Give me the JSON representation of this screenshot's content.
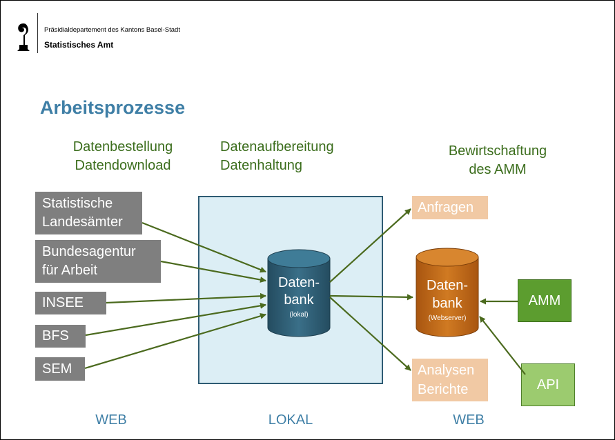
{
  "header": {
    "organization": "Präsidialdepartement des Kantons Basel-Stadt",
    "department": "Statistisches Amt",
    "logo_icon": "basel-crozier-icon"
  },
  "title": "Arbeitsprozesse",
  "columns": {
    "left": {
      "line1": "Datenbestellung",
      "line2": "Datendownload",
      "footer": "WEB"
    },
    "middle": {
      "line1": "Datenaufbereitung",
      "line2": "Datenhaltung",
      "footer": "LOKAL"
    },
    "right": {
      "line1": "Bewirtschaftung",
      "line2": "des AMM",
      "footer": "WEB"
    }
  },
  "sources": [
    {
      "label": "Statistische\nLandesämter"
    },
    {
      "label": "Bundesagentur\nfür Arbeit"
    },
    {
      "label": "INSEE"
    },
    {
      "label": "BFS"
    },
    {
      "label": "SEM"
    }
  ],
  "local_db": {
    "line1": "Daten-",
    "line2": "bank",
    "sub": "(lokal)"
  },
  "web_db": {
    "line1": "Daten-",
    "line2": "bank",
    "sub": "(Webserver)"
  },
  "outputs": {
    "requests": "Anfragen",
    "reports": "Analysen\nBerichte"
  },
  "web_inputs": {
    "amm": "AMM",
    "api": "API"
  },
  "colors": {
    "title": "#3f7fa6",
    "column_heading": "#3b6d1c",
    "source_box": "#7f7f7f",
    "arrow": "#4b6a1e",
    "local_panel_fill": "#dceef5",
    "local_panel_border": "#2e5b73",
    "local_db": "#2f5d73",
    "web_db": "#c26a17",
    "output_box": "#f1c9a4",
    "amm_box": "#5c9d2f",
    "api_box": "#9ccb6f"
  }
}
